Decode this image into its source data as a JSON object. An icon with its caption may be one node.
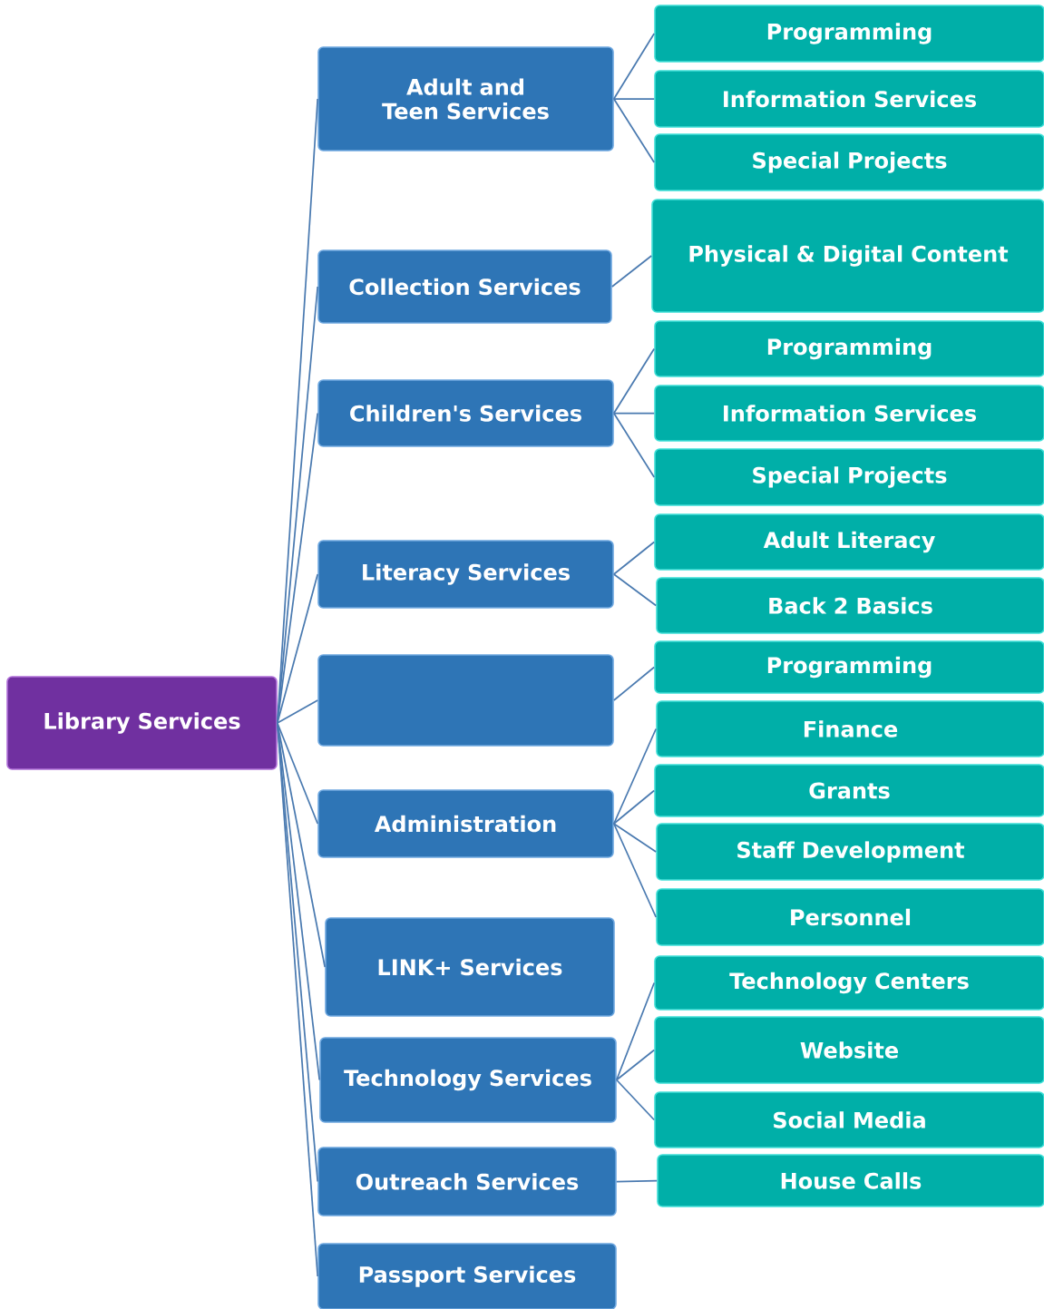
{
  "diagram": {
    "nodes": [
      {
        "text": [
          "Library Services"
        ]
      },
      {
        "text": [
          "Adult and Teen Services"
        ]
      },
      {
        "text": [
          "Programming"
        ]
      },
      {
        "text": [
          "Information Services"
        ]
      },
      {
        "text": [
          "Special Projects"
        ]
      },
      {
        "text": [
          "Collection Services"
        ]
      },
      {
        "text": [
          "Physical & Digital Content"
        ]
      },
      {
        "text": [
          "Children's Services"
        ]
      },
      {
        "text": [
          "Programming"
        ]
      },
      {
        "text": [
          "Information Services"
        ]
      },
      {
        "text": [
          "Special Projects"
        ]
      },
      {
        "text": [
          "Literacy Services"
        ]
      },
      {
        "text": [
          "Adult Literacy"
        ]
      },
      {
        "text": [
          "Back 2 Basics"
        ]
      },
      {
        "text": [],
        "shape": "box"
      },
      {
        "text": [
          "Programming"
        ]
      },
      {
        "text": [
          "Administration"
        ]
      },
      {
        "text": [
          "Finance"
        ]
      },
      {
        "text": [
          "Grants"
        ]
      },
      {
        "text": [
          "Staff Development"
        ]
      },
      {
        "text": [
          "Personnel"
        ]
      },
      {
        "text": [
          "LINK+ Services"
        ]
      },
      {
        "text": [
          "Technology Services"
        ]
      },
      {
        "text": [
          "Technology Centers"
        ]
      },
      {
        "text": [
          "Website"
        ]
      },
      {
        "text": [
          "Social Media"
        ]
      },
      {
        "text": [
          "Outreach Services"
        ]
      },
      {
        "text": [
          "House Calls"
        ]
      },
      {
        "text": [
          "Passport Services"
        ]
      }
    ],
    "edges": [
      {
        "from": 0,
        "to": 1,
        "arrow": "none"
      },
      {
        "from": 0,
        "to": 5,
        "arrow": "none"
      },
      {
        "from": 0,
        "to": 7,
        "arrow": "none"
      },
      {
        "from": 0,
        "to": 11,
        "arrow": "none"
      },
      {
        "from": 0,
        "to": 14,
        "arrow": "none"
      },
      {
        "from": 0,
        "to": 16,
        "arrow": "none"
      },
      {
        "from": 0,
        "to": 21,
        "arrow": "none"
      },
      {
        "from": 0,
        "to": 22,
        "arrow": "none"
      },
      {
        "from": 0,
        "to": 26,
        "arrow": "none"
      },
      {
        "from": 0,
        "to": 28,
        "arrow": "none"
      },
      {
        "from": 1,
        "to": 2,
        "arrow": "none"
      },
      {
        "from": 1,
        "to": 3,
        "arrow": "none"
      },
      {
        "from": 1,
        "to": 4,
        "arrow": "none"
      },
      {
        "from": 5,
        "to": 6,
        "arrow": "none"
      },
      {
        "from": 7,
        "to": 8,
        "arrow": "none"
      },
      {
        "from": 7,
        "to": 9,
        "arrow": "none"
      },
      {
        "from": 7,
        "to": 10,
        "arrow": "none"
      },
      {
        "from": 11,
        "to": 12,
        "arrow": "none"
      },
      {
        "from": 11,
        "to": 13,
        "arrow": "none"
      },
      {
        "from": 14,
        "to": 15,
        "arrow": "none"
      },
      {
        "from": 16,
        "to": 17,
        "arrow": "none"
      },
      {
        "from": 16,
        "to": 18,
        "arrow": "none"
      },
      {
        "from": 16,
        "to": 19,
        "arrow": "none"
      },
      {
        "from": 16,
        "to": 20,
        "arrow": "none"
      },
      {
        "from": 22,
        "to": 23,
        "arrow": "none"
      },
      {
        "from": 22,
        "to": 24,
        "arrow": "none"
      },
      {
        "from": 22,
        "to": 25,
        "arrow": "none"
      },
      {
        "from": 26,
        "to": 27,
        "arrow": "none"
      }
    ]
  }
}
